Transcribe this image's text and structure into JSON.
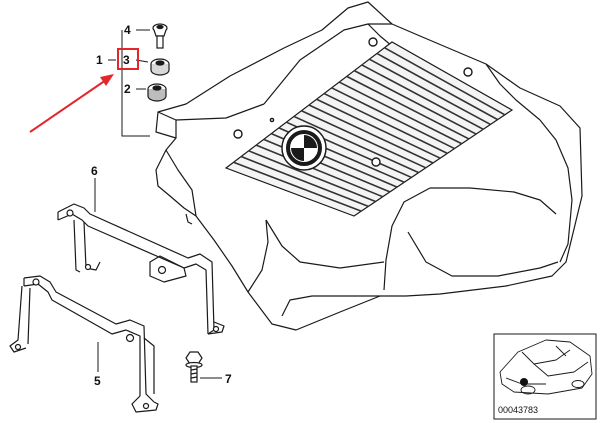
{
  "callouts": {
    "c1": "1",
    "c2": "2",
    "c3": "3",
    "c4": "4",
    "c5": "5",
    "c6": "6",
    "c7": "7"
  },
  "inset": {
    "part_number": "00043783"
  },
  "colors": {
    "line": "#1a1a1a",
    "highlight": "#e3262b",
    "ribs": "#333333",
    "background": "#ffffff"
  },
  "icons": {
    "brand": "brand-roundel-icon",
    "car": "car-silhouette-icon",
    "arrow": "pointer-arrow-icon"
  }
}
